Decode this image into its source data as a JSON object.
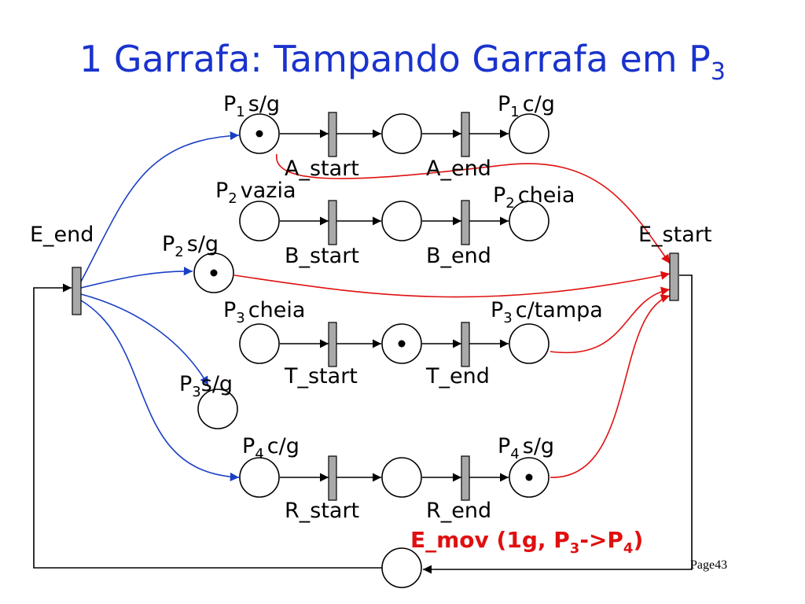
{
  "title": {
    "text": "1 Garrafa: Tampando Garrafa em P",
    "sub": "3"
  },
  "places": {
    "p1sg": {
      "pre": "P",
      "sub": "1",
      "post": "s/g"
    },
    "p1cg": {
      "pre": "P",
      "sub": "1",
      "post": "c/g"
    },
    "p2vazia": {
      "pre": "P",
      "sub": "2",
      "post": "vazia"
    },
    "p2cheia": {
      "pre": "P",
      "sub": "2",
      "post": "cheia"
    },
    "p2sg": {
      "pre": "P",
      "sub": "2",
      "post": "s/g"
    },
    "p3cheia": {
      "pre": "P",
      "sub": "3",
      "post": "cheia"
    },
    "p3ctampa": {
      "pre": "P",
      "sub": "3",
      "post": "c/tampa"
    },
    "p3sg": {
      "pre": "P",
      "sub": "3",
      "post": "s/g"
    },
    "p4cg": {
      "pre": "P",
      "sub": "4",
      "post": "c/g"
    },
    "p4sg": {
      "pre": "P",
      "sub": "4",
      "post": "s/g"
    }
  },
  "transitions": {
    "a_start": "A_start",
    "a_end": "A_end",
    "b_start": "B_start",
    "b_end": "B_end",
    "t_start": "T_start",
    "t_end": "T_end",
    "r_start": "R_start",
    "r_end": "R_end",
    "e_end": "E_end",
    "e_start": "E_start"
  },
  "emov": {
    "pre": "E_mov (1g, P",
    "sub1": "3",
    "mid": "->P",
    "sub2": "4",
    "post": ")"
  },
  "page": "Page43",
  "colors": {
    "title": "#1a33cc",
    "input_arcs": "#1a3fc4",
    "output_arcs": "#e01010",
    "transition_fill": "#a9a9a9"
  }
}
